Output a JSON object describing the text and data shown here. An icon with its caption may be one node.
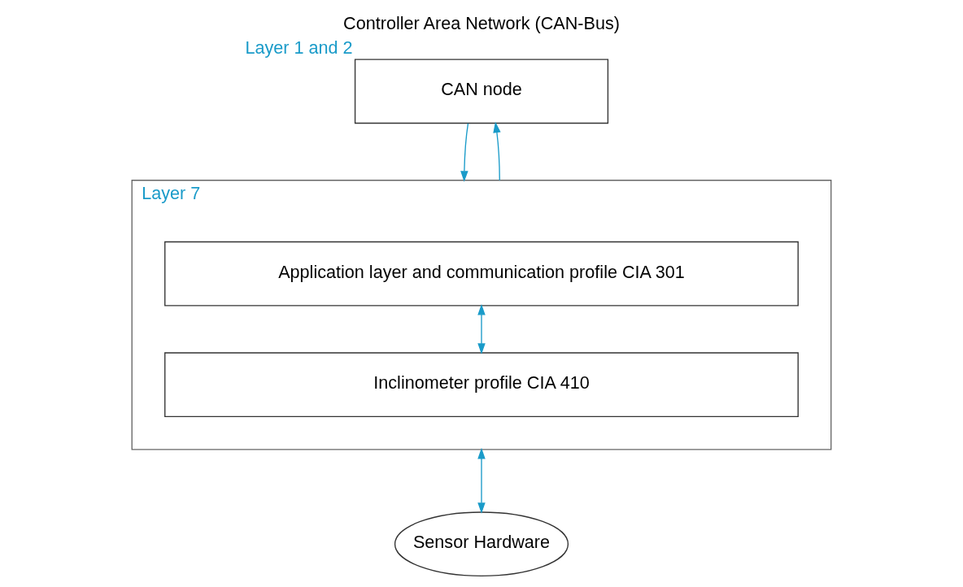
{
  "diagram": {
    "title": "Controller Area Network (CAN-Bus)",
    "nodes": [
      {
        "text": [
          "CAN node"
        ],
        "beside": [
          "Layer 1 and 2"
        ]
      },
      {
        "text": [
          "Layer 7"
        ]
      },
      {
        "text": [
          "Application layer and communication profile CIA 301"
        ],
        "in": 1
      },
      {
        "text": [
          "Inclinometer profile CIA 410"
        ],
        "in": 1
      },
      {
        "text": [
          "Sensor Hardware"
        ]
      }
    ],
    "edges": [
      {
        "from": 0,
        "to": 1,
        "arrow": "to"
      },
      {
        "from": 1,
        "to": 0,
        "arrow": "to"
      },
      {
        "from": 2,
        "to": 3,
        "arrow": "both"
      },
      {
        "from": 1,
        "to": 4,
        "arrow": "both"
      }
    ]
  }
}
